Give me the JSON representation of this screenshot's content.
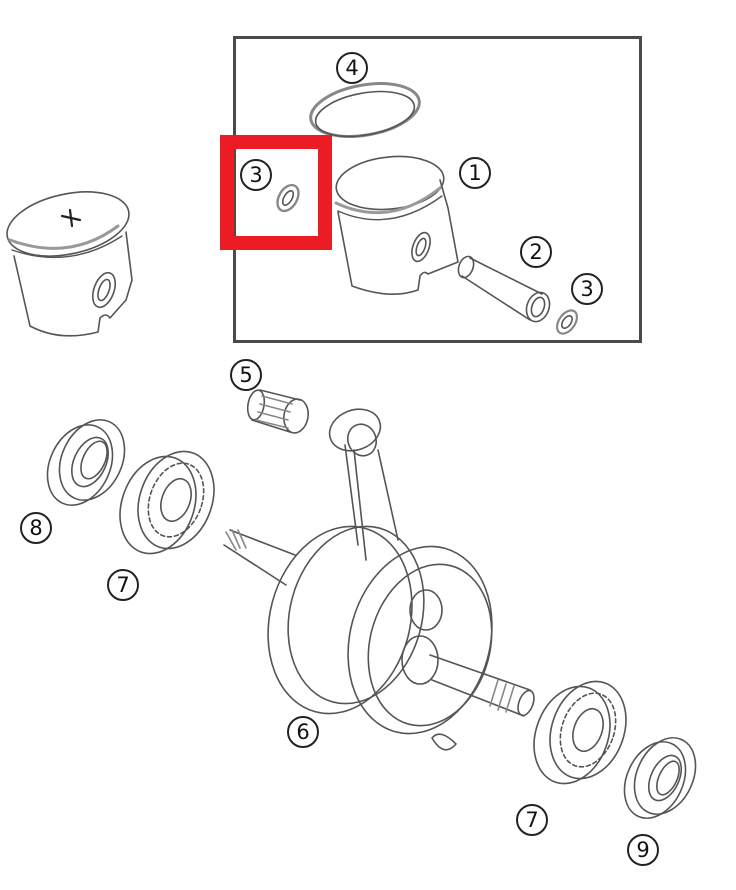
{
  "diagram": {
    "type": "exploded parts diagram",
    "subject": "piston and crankshaft assembly",
    "colors": {
      "line_art": "#555555",
      "group_box_border": "#4a4a4a",
      "highlight": "#ec1c24",
      "background": "#ffffff"
    },
    "group_box": {
      "contains": [
        "1",
        "2",
        "3",
        "3",
        "4"
      ]
    },
    "highlight": {
      "target_callout": "3",
      "target_part": "piston pin circlip (left)"
    },
    "callouts": [
      {
        "id": "c4",
        "label": "4",
        "part": "piston ring"
      },
      {
        "id": "c3a",
        "label": "3",
        "part": "circlip (left, highlighted)"
      },
      {
        "id": "c1",
        "label": "1",
        "part": "piston"
      },
      {
        "id": "c2",
        "label": "2",
        "part": "piston pin"
      },
      {
        "id": "c3b",
        "label": "3",
        "part": "circlip (right)"
      },
      {
        "id": "c5",
        "label": "5",
        "part": "needle bearing"
      },
      {
        "id": "c8",
        "label": "8",
        "part": "shaft seal (left)"
      },
      {
        "id": "c7a",
        "label": "7",
        "part": "ball bearing (left)"
      },
      {
        "id": "c6",
        "label": "6",
        "part": "crankshaft"
      },
      {
        "id": "c7b",
        "label": "7",
        "part": "ball bearing (right)"
      },
      {
        "id": "c9",
        "label": "9",
        "part": "shaft seal (right)"
      }
    ]
  }
}
